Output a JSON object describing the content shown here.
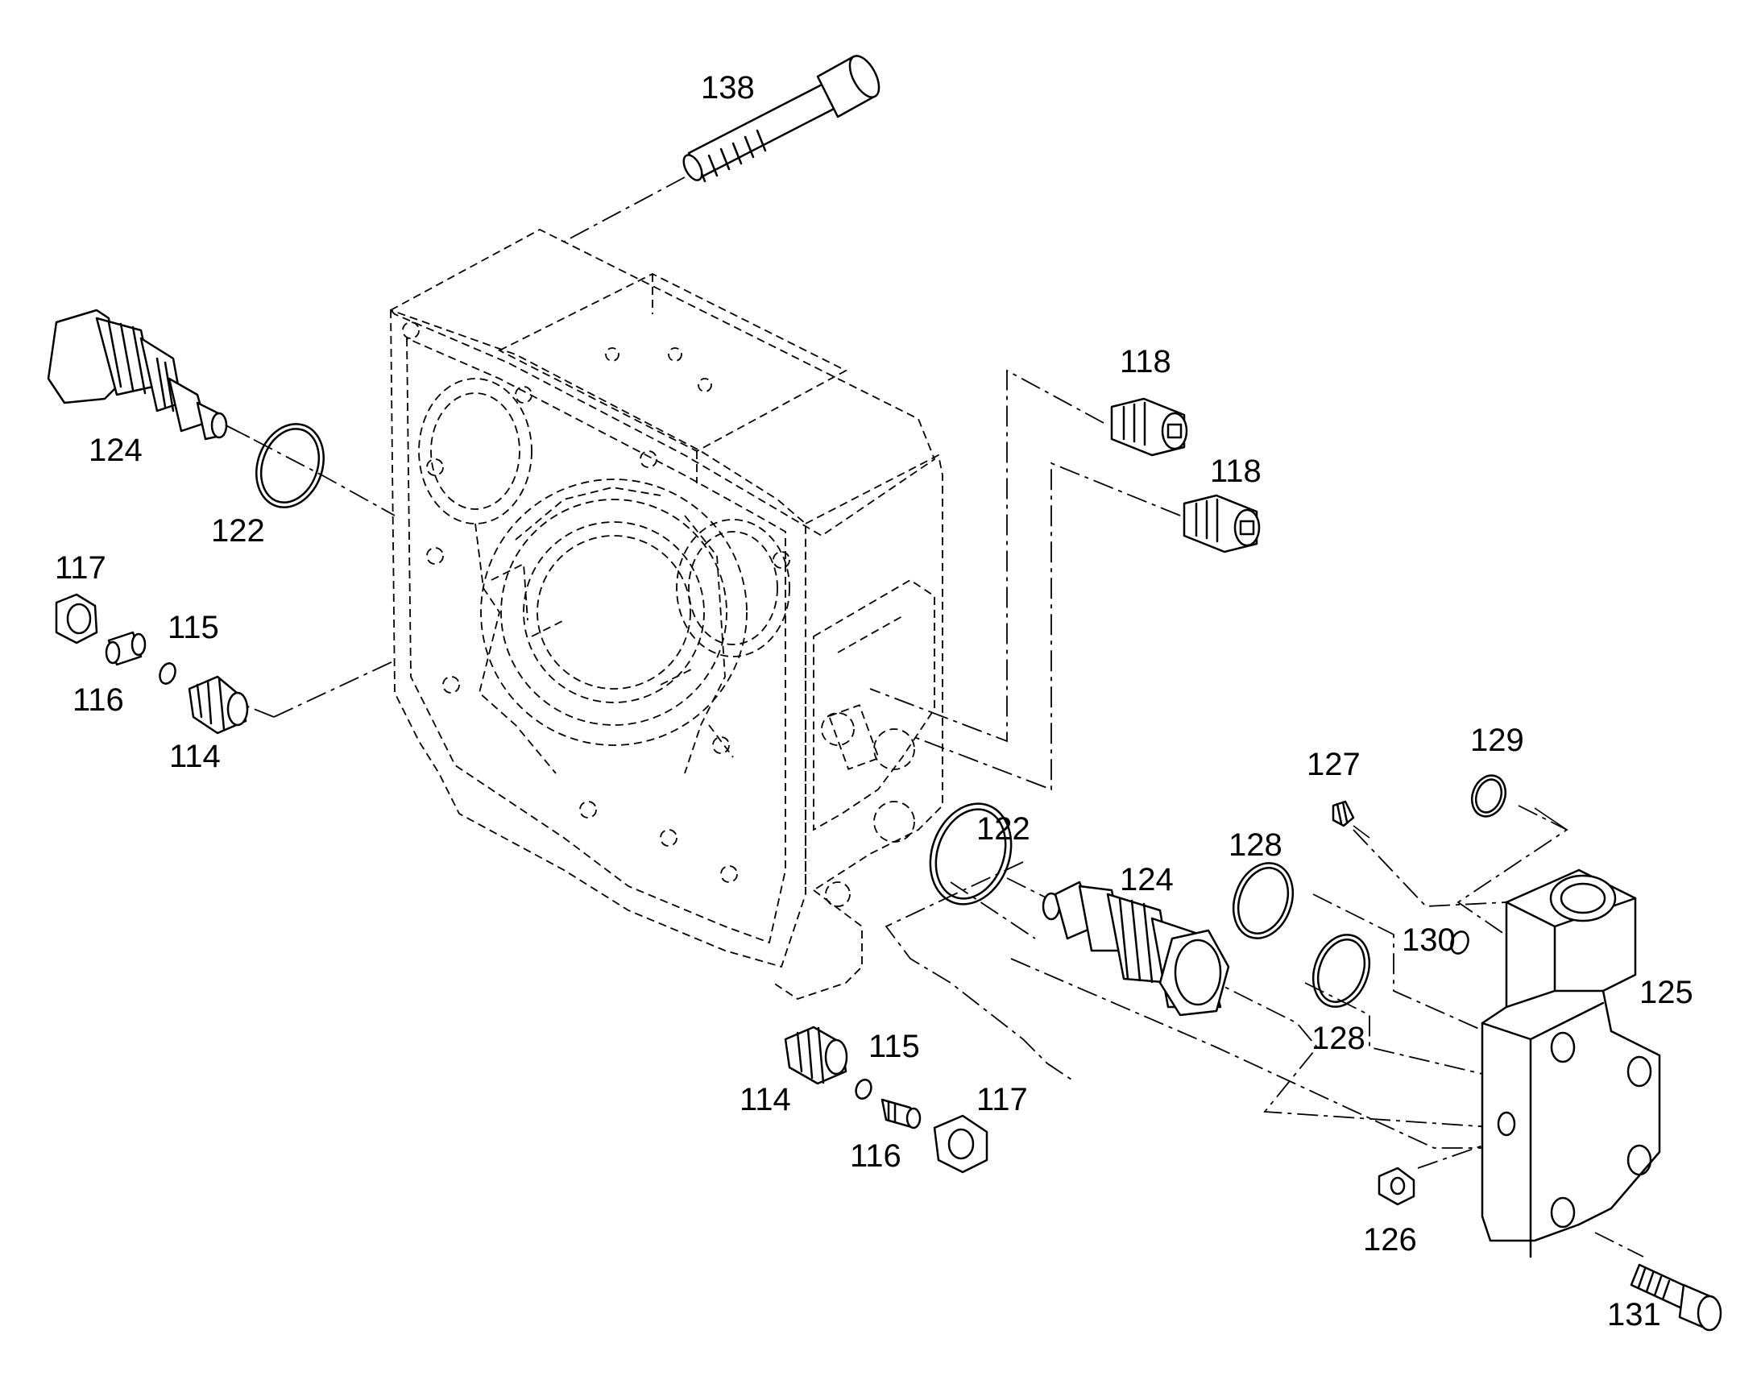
{
  "callouts": [
    {
      "id": "c138",
      "text": "138"
    },
    {
      "id": "c124a",
      "text": "124"
    },
    {
      "id": "c122a",
      "text": "122"
    },
    {
      "id": "c117a",
      "text": "117"
    },
    {
      "id": "c115a",
      "text": "115"
    },
    {
      "id": "c116a",
      "text": "116"
    },
    {
      "id": "c114a",
      "text": "114"
    },
    {
      "id": "c118a",
      "text": "118"
    },
    {
      "id": "c118b",
      "text": "118"
    },
    {
      "id": "c127",
      "text": "127"
    },
    {
      "id": "c129",
      "text": "129"
    },
    {
      "id": "c122b",
      "text": "122"
    },
    {
      "id": "c124b",
      "text": "124"
    },
    {
      "id": "c128a",
      "text": "128"
    },
    {
      "id": "c130",
      "text": "130"
    },
    {
      "id": "c125",
      "text": "125"
    },
    {
      "id": "c128b",
      "text": "128"
    },
    {
      "id": "c115b",
      "text": "115"
    },
    {
      "id": "c114b",
      "text": "114"
    },
    {
      "id": "c117b",
      "text": "117"
    },
    {
      "id": "c116b",
      "text": "116"
    },
    {
      "id": "c126",
      "text": "126"
    },
    {
      "id": "c131",
      "text": "131"
    }
  ]
}
